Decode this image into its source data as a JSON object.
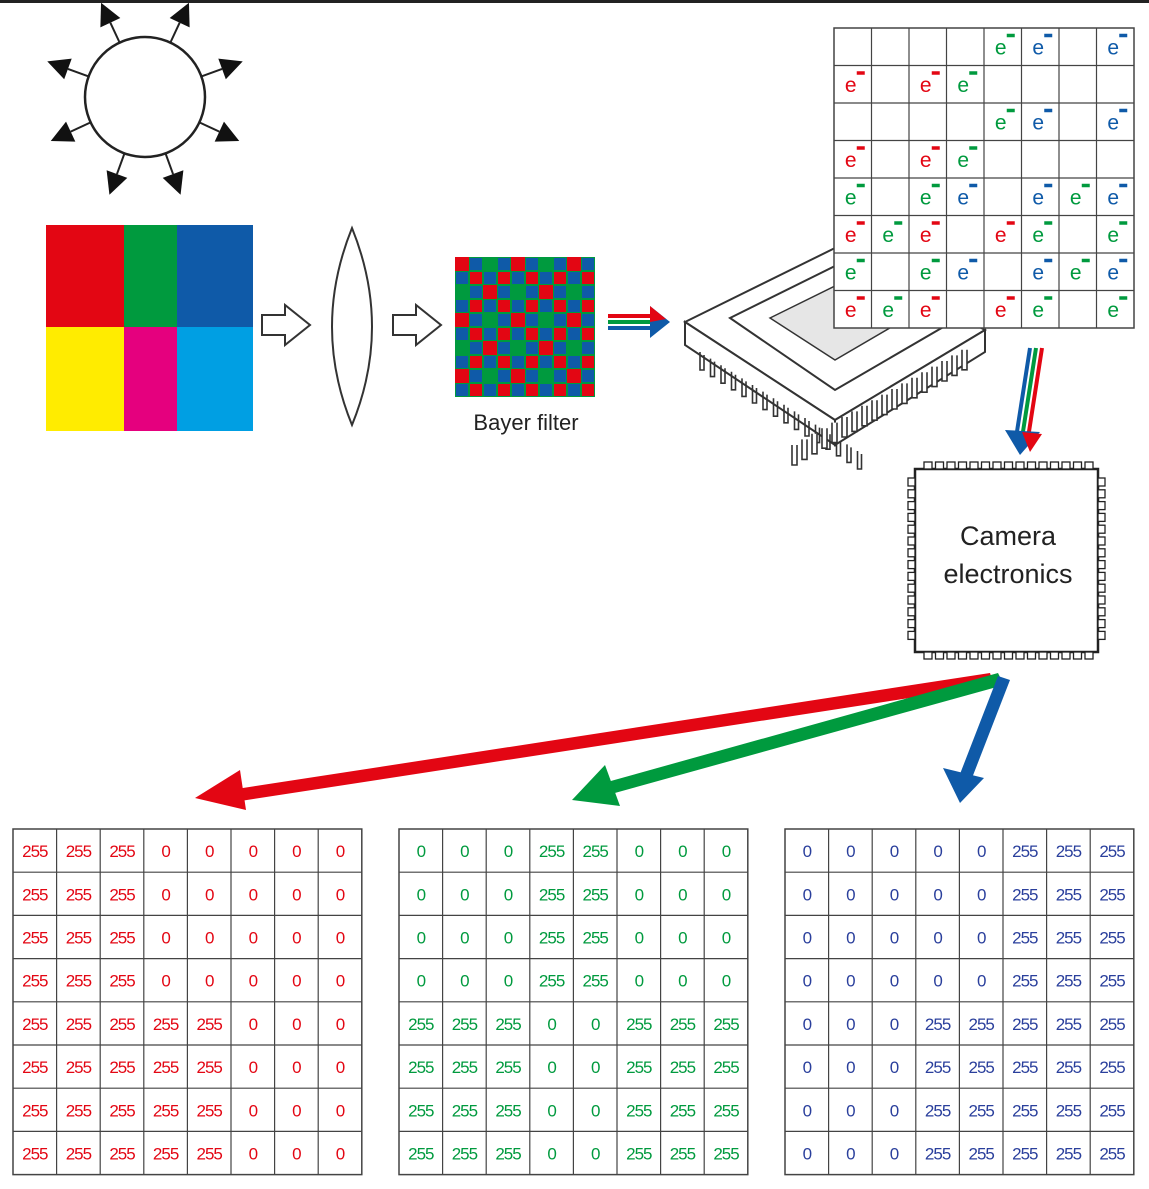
{
  "labels": {
    "bayer_filter": "Bayer filter",
    "camera_line1": "Camera",
    "camera_line2": "electronics"
  },
  "colors": {
    "red": "#e30613",
    "green": "#009a3e",
    "blue": "#0f5aa8",
    "yellow": "#ffec00",
    "magenta": "#e5007e",
    "cyan": "#009fe3",
    "grid": "#444444"
  },
  "scene_colors": [
    "#e30613",
    "#009a3e",
    "#0f5aa8",
    "#ffec00",
    "#e5007e",
    "#009fe3"
  ],
  "sensor_electrons": [
    [
      "",
      "",
      "",
      "",
      "g",
      "b",
      "",
      "b"
    ],
    [
      "r",
      "",
      "r",
      "g",
      "",
      "",
      "",
      ""
    ],
    [
      "",
      "",
      "",
      "",
      "g",
      "b",
      "",
      "b"
    ],
    [
      "r",
      "",
      "r",
      "g",
      "",
      "",
      "",
      ""
    ],
    [
      "g",
      "",
      "g",
      "b",
      "",
      "b",
      "g",
      "b"
    ],
    [
      "r",
      "g",
      "r",
      "",
      "r",
      "g",
      "",
      "g"
    ],
    [
      "g",
      "",
      "g",
      "b",
      "",
      "b",
      "g",
      "b"
    ],
    [
      "r",
      "g",
      "r",
      "",
      "r",
      "g",
      "",
      "g"
    ]
  ],
  "electron_symbol": "e",
  "channels": [
    {
      "name": "red",
      "values": [
        [
          "255",
          "255",
          "255",
          "0",
          "0",
          "0",
          "0",
          "0"
        ],
        [
          "255",
          "255",
          "255",
          "0",
          "0",
          "0",
          "0",
          "0"
        ],
        [
          "255",
          "255",
          "255",
          "0",
          "0",
          "0",
          "0",
          "0"
        ],
        [
          "255",
          "255",
          "255",
          "0",
          "0",
          "0",
          "0",
          "0"
        ],
        [
          "255",
          "255",
          "255",
          "255",
          "255",
          "0",
          "0",
          "0"
        ],
        [
          "255",
          "255",
          "255",
          "255",
          "255",
          "0",
          "0",
          "0"
        ],
        [
          "255",
          "255",
          "255",
          "255",
          "255",
          "0",
          "0",
          "0"
        ],
        [
          "255",
          "255",
          "255",
          "255",
          "255",
          "0",
          "0",
          "0"
        ]
      ]
    },
    {
      "name": "green",
      "values": [
        [
          "0",
          "0",
          "0",
          "255",
          "255",
          "0",
          "0",
          "0"
        ],
        [
          "0",
          "0",
          "0",
          "255",
          "255",
          "0",
          "0",
          "0"
        ],
        [
          "0",
          "0",
          "0",
          "255",
          "255",
          "0",
          "0",
          "0"
        ],
        [
          "0",
          "0",
          "0",
          "255",
          "255",
          "0",
          "0",
          "0"
        ],
        [
          "255",
          "255",
          "255",
          "0",
          "0",
          "255",
          "255",
          "255"
        ],
        [
          "255",
          "255",
          "255",
          "0",
          "0",
          "255",
          "255",
          "255"
        ],
        [
          "255",
          "255",
          "255",
          "0",
          "0",
          "255",
          "255",
          "255"
        ],
        [
          "255",
          "255",
          "255",
          "0",
          "0",
          "255",
          "255",
          "255"
        ]
      ]
    },
    {
      "name": "blue",
      "values": [
        [
          "0",
          "0",
          "0",
          "0",
          "0",
          "255",
          "255",
          "255"
        ],
        [
          "0",
          "0",
          "0",
          "0",
          "0",
          "255",
          "255",
          "255"
        ],
        [
          "0",
          "0",
          "0",
          "0",
          "0",
          "255",
          "255",
          "255"
        ],
        [
          "0",
          "0",
          "0",
          "0",
          "0",
          "255",
          "255",
          "255"
        ],
        [
          "0",
          "0",
          "0",
          "255",
          "255",
          "255",
          "255",
          "255"
        ],
        [
          "0",
          "0",
          "0",
          "255",
          "255",
          "255",
          "255",
          "255"
        ],
        [
          "0",
          "0",
          "0",
          "255",
          "255",
          "255",
          "255",
          "255"
        ],
        [
          "0",
          "0",
          "0",
          "255",
          "255",
          "255",
          "255",
          "255"
        ]
      ]
    }
  ]
}
